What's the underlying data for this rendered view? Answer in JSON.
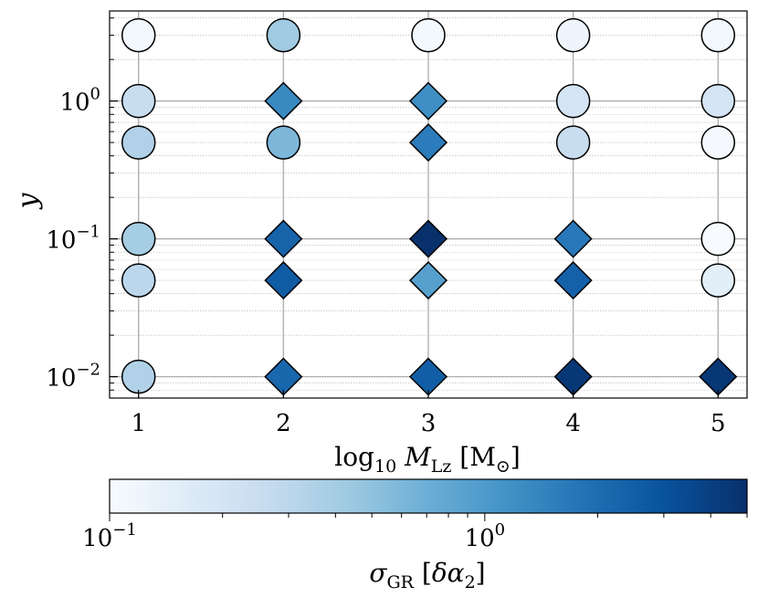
{
  "chart_data": {
    "type": "scatter",
    "xlabel": "log10 M_Lz [M⊙]",
    "ylabel": "y",
    "x_ticks": [
      "1",
      "2",
      "3",
      "4",
      "5"
    ],
    "y_ticks": [
      {
        "value": 0.01,
        "base": "10",
        "exp": "−2"
      },
      {
        "value": 0.1,
        "base": "10",
        "exp": "−1"
      },
      {
        "value": 1,
        "base": "10",
        "exp": "0"
      }
    ],
    "xlim": [
      0.8,
      5.2
    ],
    "ylim": [
      0.007,
      4.5
    ],
    "y_scale": "log",
    "grid": true,
    "colorbar": {
      "label": "σ_GR [δα2]",
      "scale": "log",
      "range": [
        0.1,
        5
      ],
      "colormap": "Blues",
      "ticks": [
        {
          "value": 0.1,
          "base": "10",
          "exp": "−1"
        },
        {
          "value": 1,
          "base": "10",
          "exp": "0"
        }
      ]
    },
    "marker_legend": {
      "circle": "circle",
      "diamond": "diamond"
    },
    "points": [
      {
        "x": 1,
        "y": 3,
        "marker": "circle",
        "sigma": 0.11
      },
      {
        "x": 1,
        "y": 1,
        "marker": "circle",
        "sigma": 0.25
      },
      {
        "x": 1,
        "y": 0.5,
        "marker": "circle",
        "sigma": 0.35
      },
      {
        "x": 1,
        "y": 0.1,
        "marker": "circle",
        "sigma": 0.4
      },
      {
        "x": 1,
        "y": 0.05,
        "marker": "circle",
        "sigma": 0.3
      },
      {
        "x": 1,
        "y": 0.01,
        "marker": "circle",
        "sigma": 0.35
      },
      {
        "x": 2,
        "y": 3,
        "marker": "circle",
        "sigma": 0.42
      },
      {
        "x": 2,
        "y": 1,
        "marker": "diamond",
        "sigma": 1.3
      },
      {
        "x": 2,
        "y": 0.5,
        "marker": "circle",
        "sigma": 0.6
      },
      {
        "x": 2,
        "y": 0.1,
        "marker": "diamond",
        "sigma": 2.3
      },
      {
        "x": 2,
        "y": 0.05,
        "marker": "diamond",
        "sigma": 2.6
      },
      {
        "x": 2,
        "y": 0.01,
        "marker": "diamond",
        "sigma": 2.2
      },
      {
        "x": 3,
        "y": 3,
        "marker": "circle",
        "sigma": 0.11
      },
      {
        "x": 3,
        "y": 1,
        "marker": "diamond",
        "sigma": 1.2
      },
      {
        "x": 3,
        "y": 0.5,
        "marker": "diamond",
        "sigma": 1.6
      },
      {
        "x": 3,
        "y": 0.1,
        "marker": "diamond",
        "sigma": 5.0
      },
      {
        "x": 3,
        "y": 0.05,
        "marker": "diamond",
        "sigma": 0.9
      },
      {
        "x": 3,
        "y": 0.01,
        "marker": "diamond",
        "sigma": 2.5
      },
      {
        "x": 4,
        "y": 3,
        "marker": "circle",
        "sigma": 0.12
      },
      {
        "x": 4,
        "y": 1,
        "marker": "circle",
        "sigma": 0.2
      },
      {
        "x": 4,
        "y": 0.5,
        "marker": "circle",
        "sigma": 0.25
      },
      {
        "x": 4,
        "y": 0.1,
        "marker": "diamond",
        "sigma": 1.7
      },
      {
        "x": 4,
        "y": 0.05,
        "marker": "diamond",
        "sigma": 2.4
      },
      {
        "x": 4,
        "y": 0.01,
        "marker": "diamond",
        "sigma": 4.5
      },
      {
        "x": 5,
        "y": 3,
        "marker": "circle",
        "sigma": 0.11
      },
      {
        "x": 5,
        "y": 1,
        "marker": "circle",
        "sigma": 0.2
      },
      {
        "x": 5,
        "y": 0.5,
        "marker": "circle",
        "sigma": 0.105
      },
      {
        "x": 5,
        "y": 0.1,
        "marker": "circle",
        "sigma": 0.1
      },
      {
        "x": 5,
        "y": 0.05,
        "marker": "circle",
        "sigma": 0.15
      },
      {
        "x": 5,
        "y": 0.01,
        "marker": "diamond",
        "sigma": 4.5
      }
    ]
  }
}
